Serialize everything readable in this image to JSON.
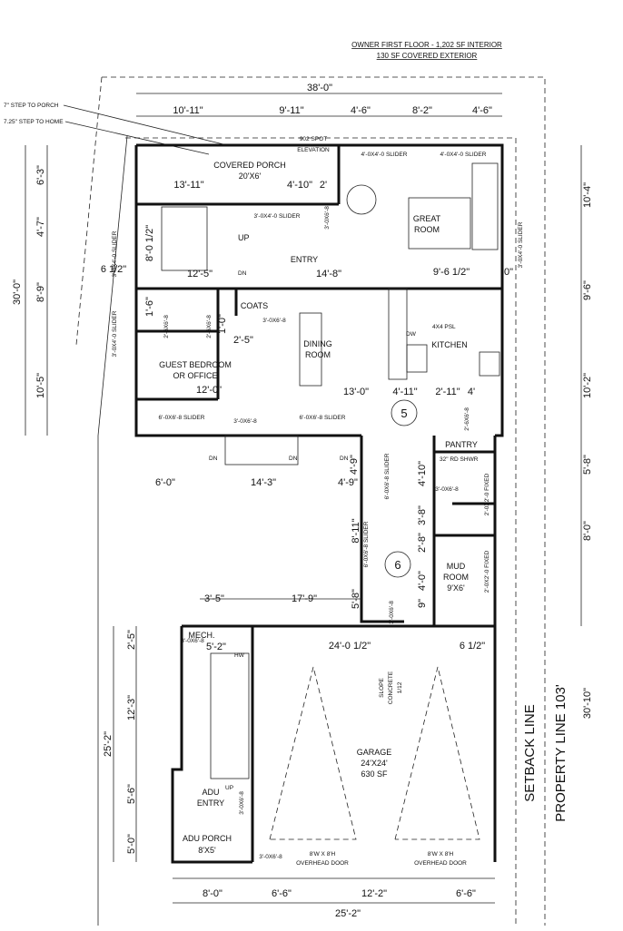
{
  "header": {
    "line1": "OWNER FIRST FLOOR - 1,202 SF INTERIOR",
    "line2": "130 SF COVERED EXTERIOR"
  },
  "notes": {
    "step_porch": "7\" STEP TO PORCH",
    "step_home": "7.25\" STEP TO HOME",
    "spot_elev_1": "902 SPOT",
    "spot_elev_2": "ELEVATION"
  },
  "rooms": {
    "covered_porch": "COVERED PORCH",
    "covered_porch_size": "20'X6'",
    "great_room_1": "GREAT",
    "great_room_2": "ROOM",
    "entry": "ENTRY",
    "coats": "COATS",
    "dining_1": "DINING",
    "dining_2": "ROOM",
    "kitchen": "KITCHEN",
    "guest_1": "GUEST BEDROOM",
    "guest_2": "OR OFFICE",
    "pantry": "PANTRY",
    "mud_1": "MUD",
    "mud_2": "ROOM",
    "mud_size": "9'X6'",
    "mech": "MECH.",
    "garage": "GARAGE",
    "garage_size": "24'X24'",
    "garage_sf": "630 SF",
    "adu_entry_1": "ADU",
    "adu_entry_2": "ENTRY",
    "adu_porch": "ADU PORCH",
    "adu_porch_size": "8'X5'"
  },
  "labels": {
    "up1": "UP",
    "dn1": "DN",
    "dn2": "DN",
    "dn3": "DN",
    "dn4": "DN",
    "up2": "UP",
    "dw": "DW",
    "psl": "4X4 PSL",
    "hw": "HW",
    "shwr": "32\" RD SHWR",
    "slope_1": "SLOPE",
    "slope_2": "CONCRETE",
    "slope_3": "1/12",
    "door_1": "8'W X 8'H",
    "door_2": "OVERHEAD DOOR",
    "door_3": "8'W X 8'H",
    "door_4": "OVERHEAD DOOR",
    "setback": "SETBACK LINE",
    "property": "PROPERTY LINE 103'",
    "circle5": "5",
    "circle6": "6"
  },
  "openings": {
    "w1": "4'-0X4'-0 SLIDER",
    "w2": "4'-0X4'-0 SLIDER",
    "w3": "3'-0X4'-0 SLIDER",
    "d1": "3'-0X6'-8",
    "w4": "3'-0X4'-0 SLIDER",
    "w5": "3'-0X4'-0 SLIDER",
    "w6": "3'-0X4'-0 SLIDER",
    "d2": "2'-6X6'-8",
    "d3": "2'-6X6'-8",
    "d4": "3'-0X6'-8",
    "s1": "6'-0X6'-8 SLIDER",
    "d5": "3'-0X6'-8",
    "s2": "6'-0X6'-8 SLIDER",
    "d6": "2'-6X6'-8",
    "s3": "6'-0X6'-8 SLIDER",
    "d7": "3'-0X6'-8",
    "w7": "2'-0X2'-0 FIXED",
    "s4": "6'-0X6'-8 SLIDER",
    "w8": "2'-0X2'-0 FIXED",
    "d8": "3'-0X6'-8",
    "d9": "3'-0X6'-8",
    "d10": "3'-0X6'-8",
    "d11": "3'-0X6'-8"
  },
  "dims": {
    "top_total": "38'-0\"",
    "top_a": "10'-11\"",
    "top_b": "9'-11\"",
    "top_c": "4'-6\"",
    "top_d": "8'-2\"",
    "top_e": "4'-6\"",
    "l_total": "30'-0\"",
    "l_a": "6'-3\"",
    "l_b": "4'-7\"",
    "l_c": "8'-9\"",
    "l_d": "10'-5\"",
    "r_a": "10'-4\"",
    "r_b": "9'-6\"",
    "r_c": "10'-2\"",
    "r_d": "5'-8\"",
    "r_e": "8'-0\"",
    "r_f": "30'-10\"",
    "i1": "13'-11\"",
    "i2": "4'-10\"",
    "i3": "2'",
    "i4": "8'-0 1/2\"",
    "i5": "6 1/2\"",
    "i6": "12'-5\"",
    "i7": "14'-8\"",
    "i8": "9'-6 1/2\"",
    "i9": "0\"",
    "i10": "1'-6\"",
    "i11": "1'-0\"",
    "i12": "2'-5\"",
    "i13": "12'-0\"",
    "i14": "13'-0\"",
    "i15": "4'-11\"",
    "i16": "2'-11\"",
    "i17": "4'",
    "i18": "6'-0\"",
    "i19": "14'-3\"",
    "i20": "4'-9\"",
    "i21": "4'-9\"",
    "i22": "4'-10\"",
    "i23": "3'-8\"",
    "i24": "2'-8\"",
    "i25": "8'-11\"",
    "i26": "4'-0\"",
    "i27": "9\"",
    "i28": "5'-8\"",
    "g1": "3'-5\"",
    "g2": "17'-9\"",
    "g3": "5'-2\"",
    "g4": "24'-0 1/2\"",
    "g5": "6 1/2\"",
    "g6": "2'-5\"",
    "g7": "12'-3\"",
    "g8": "5'-6\"",
    "g9": "5'-0\"",
    "g10": "25'-2\"",
    "b1": "8'-0\"",
    "b2": "6'-6\"",
    "b3": "12'-2\"",
    "b4": "6'-6\"",
    "b5": "25'-2\""
  }
}
